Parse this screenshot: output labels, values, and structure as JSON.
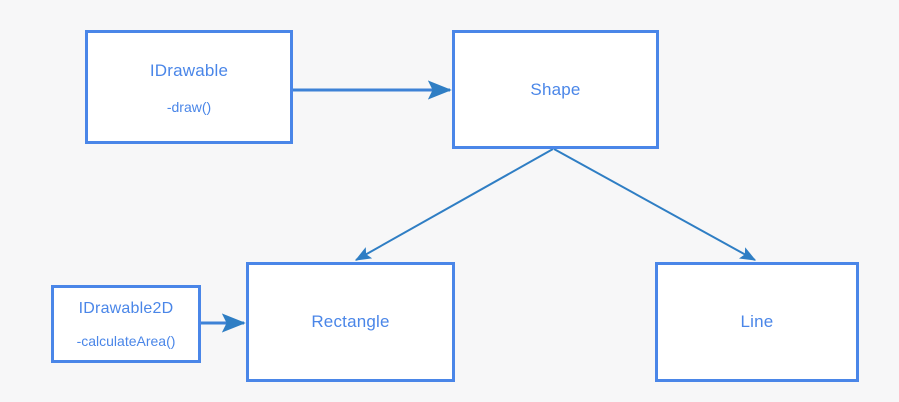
{
  "diagram": {
    "kind": "uml-class-diagram",
    "background_color": "#f7f7f8",
    "accent_color": "#4a86e8",
    "edge_color": "#2f7ec4",
    "node_fill": "#ffffff",
    "nodes": [
      {
        "id": "idrawable",
        "title": "IDrawable",
        "member": "-draw()"
      },
      {
        "id": "shape",
        "title": "Shape",
        "member": ""
      },
      {
        "id": "idrawable2d",
        "title": "IDrawable2D",
        "member": "-calculateArea()"
      },
      {
        "id": "rectangle",
        "title": "Rectangle",
        "member": ""
      },
      {
        "id": "line",
        "title": "Line",
        "member": ""
      }
    ],
    "edges": [
      {
        "id": "idrawable-to-shape",
        "from": "IDrawable",
        "to": "Shape",
        "style": "arrow"
      },
      {
        "id": "shape-to-rectangle",
        "from": "Shape",
        "to": "Rectangle",
        "style": "arrow"
      },
      {
        "id": "shape-to-line",
        "from": "Shape",
        "to": "Line",
        "style": "arrow"
      },
      {
        "id": "idrawable2d-to-rectangle",
        "from": "IDrawable2D",
        "to": "Rectangle",
        "style": "arrow"
      }
    ]
  }
}
